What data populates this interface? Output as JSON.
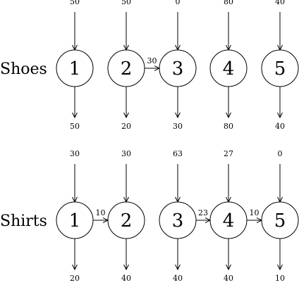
{
  "rows": [
    {
      "label": "Shoes",
      "nodes": [
        "1",
        "2",
        "3",
        "4",
        "5"
      ],
      "inputs": [
        "50",
        "50",
        "0",
        "80",
        "40"
      ],
      "outputs": [
        "50",
        "20",
        "30",
        "80",
        "40"
      ],
      "transfers": [
        {
          "from": 1,
          "to": 2,
          "amount": "30"
        }
      ]
    },
    {
      "label": "Shirts",
      "nodes": [
        "1",
        "2",
        "3",
        "4",
        "5"
      ],
      "inputs": [
        "30",
        "30",
        "63",
        "27",
        "0"
      ],
      "outputs": [
        "20",
        "40",
        "40",
        "40",
        "10"
      ],
      "transfers": [
        {
          "from": 0,
          "to": 1,
          "amount": "10"
        },
        {
          "from": 2,
          "to": 3,
          "amount": "23"
        },
        {
          "from": 3,
          "to": 4,
          "amount": "10"
        }
      ]
    }
  ]
}
